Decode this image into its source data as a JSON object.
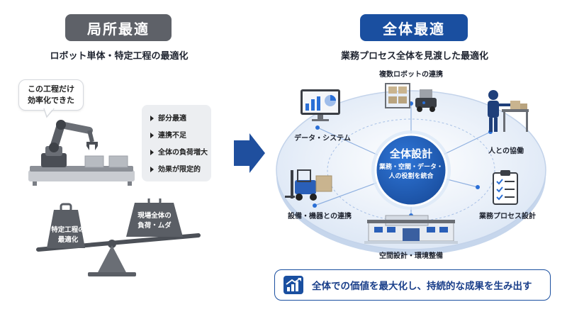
{
  "left": {
    "pill": "局所最適",
    "subtitle": "ロボット単体・特定工程の最適化",
    "speech": [
      "この工程だけ",
      "効率化できた"
    ],
    "problems": [
      "部分最適",
      "連携不足",
      "全体の負荷増大",
      "効果が限定的"
    ],
    "weight_left": [
      "特定工程の",
      "最適化"
    ],
    "weight_right": [
      "現場全体の",
      "負荷・ムダ"
    ]
  },
  "right": {
    "pill": "全体最適",
    "subtitle": "業務プロセス全体を見渡した最適化",
    "center_title": "全体設計",
    "center_sub": [
      "業務・空間・データ・",
      "人の役割を統合"
    ],
    "nodes": {
      "robots": "複数ロボットの連携",
      "data": "データ・システム",
      "people": "人との協働",
      "equipment": "設備・機器との連携",
      "process": "業務プロセス設計",
      "space": "空間設計・環境整備"
    },
    "banner": "全体での価値を最大化し、持続的な成果を生み出す"
  },
  "colors": {
    "gray_pill": "#5e6168",
    "blue_pill": "#1a4fa0",
    "accent_blue": "#2a6fd6"
  }
}
